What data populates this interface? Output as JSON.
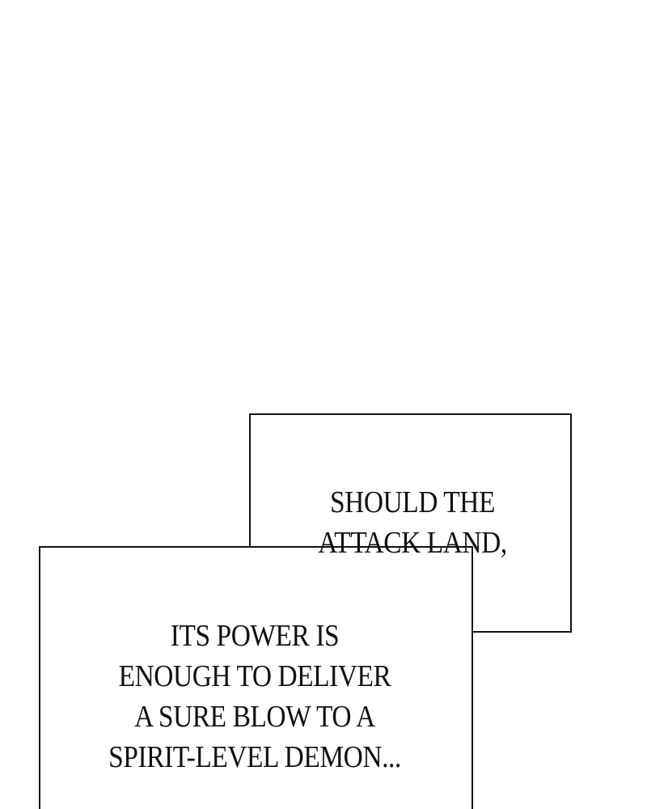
{
  "panel": {
    "top_caption": {
      "lines": [
        "SHOULD THE",
        "ATTACK LAND,"
      ]
    },
    "bottom_caption": {
      "lines": [
        "ITS POWER IS",
        "ENOUGH TO DELIVER",
        "A SURE BLOW TO A",
        "SPIRIT-LEVEL DEMON..."
      ]
    }
  }
}
